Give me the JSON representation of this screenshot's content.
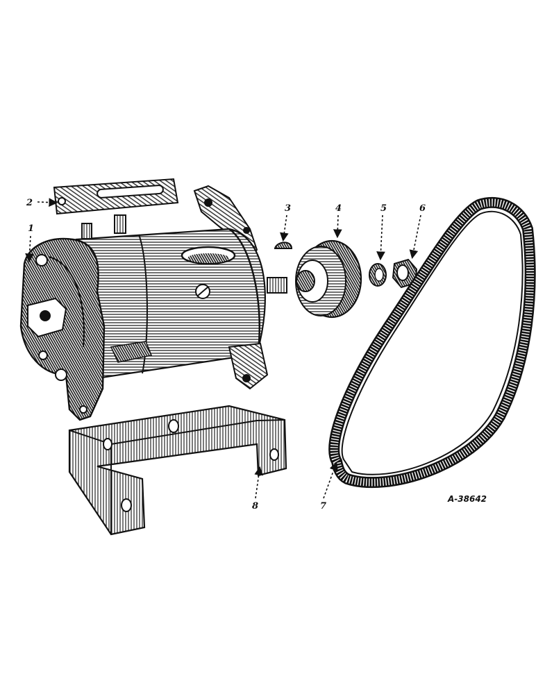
{
  "figure_id": "A-38642",
  "callouts": {
    "c1": "1",
    "c2": "2",
    "c3": "3",
    "c4": "4",
    "c5": "5",
    "c6": "6",
    "c7": "7",
    "c8": "8"
  },
  "colors": {
    "ink": "#111111",
    "paper": "#ffffff"
  }
}
